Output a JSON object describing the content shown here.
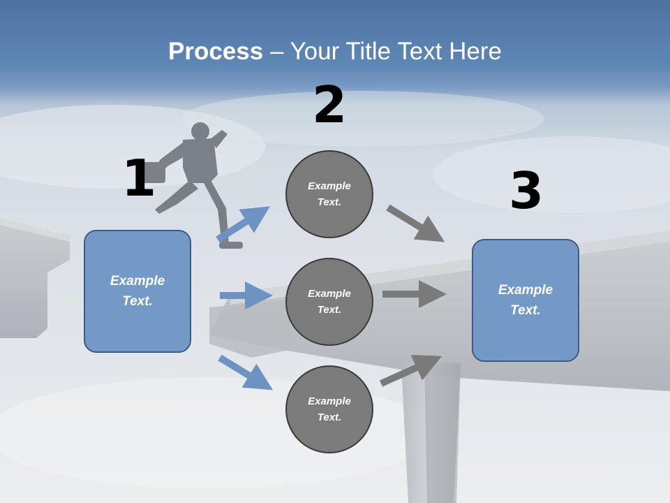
{
  "slide": {
    "title_bold": "Process",
    "title_rest": " – Your Title Text Here"
  },
  "steps": {
    "step1": "1",
    "step2": "2",
    "step3": "3"
  },
  "boxes": {
    "left": "Example Text.",
    "right": "Example Text."
  },
  "circles": {
    "top": "Example Text.",
    "middle": "Example Text.",
    "bottom": "Example Text."
  },
  "colors": {
    "box_fill": "#7399c6",
    "circle_fill": "#7b7b7b",
    "blue_arrow": "#6d93c2",
    "gray_arrow": "#7a7a7a",
    "title_text": "#ffffff"
  },
  "icons": {
    "background": "jumping-businessman-broken-bridge-photo"
  }
}
